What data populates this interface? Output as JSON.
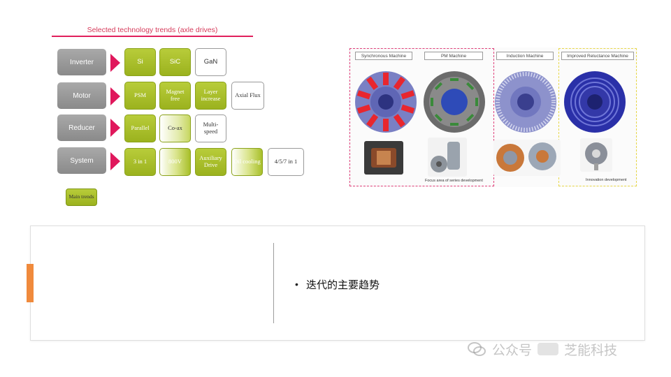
{
  "trends": {
    "title": "Selected technology trends (axle drives)",
    "rows": [
      {
        "label": "Inverter",
        "items": [
          "Si",
          "SiC",
          "GaN"
        ]
      },
      {
        "label": "Motor",
        "items": [
          "PSM",
          "Magnet free",
          "Layer increase",
          "Axial Flux"
        ]
      },
      {
        "label": "Reducer",
        "items": [
          "Parallel",
          "Co-ax",
          "Multi-speed"
        ]
      },
      {
        "label": "System",
        "items": [
          "3 in 1",
          "800V",
          "Auxiliary Drive",
          "Oil cooling",
          "4/5/7 in 1"
        ]
      }
    ],
    "legend": "Main trends"
  },
  "machines": {
    "labels": [
      "Synchronous Machine",
      "PM Machine",
      "Induction Machine",
      "Improved Reluctance Machine"
    ],
    "focus_note": "Focus area of series development",
    "innovation_note": "Innovation development",
    "colors": {
      "pink_box": "#e0407a",
      "yellow_box": "#e8d84a"
    }
  },
  "card": {
    "bullet": "迭代的主要趋势",
    "accent_color": "#f08a3c"
  },
  "watermark": {
    "text": "公众号",
    "text2": "芝能科技"
  }
}
